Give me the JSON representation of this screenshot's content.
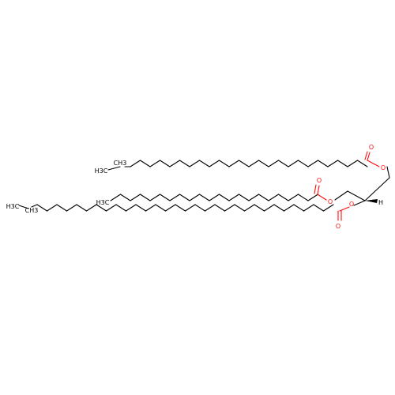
{
  "molecule": {
    "atoms": {
      "oxygen": "O",
      "hydrogen": "H",
      "carbon": "C"
    },
    "labels": {
      "ch3_1": "H3C",
      "ch3_2": "CH3",
      "ch3_3": "H3C",
      "ch3_4": "H3C",
      "ch3_5": "CH3"
    },
    "colors": {
      "bond": "#000000",
      "oxygen": "#ff0d0d"
    }
  }
}
